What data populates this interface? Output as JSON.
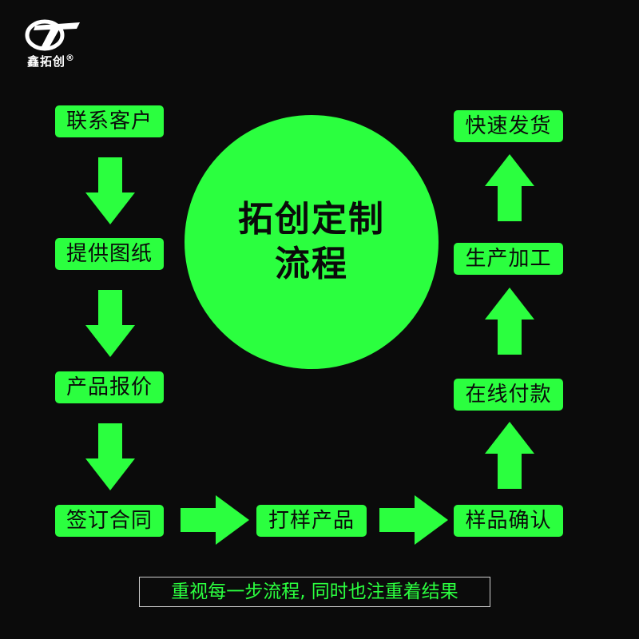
{
  "brand": {
    "name": "鑫拓创",
    "registered": "®"
  },
  "title": {
    "line1": "拓创定制",
    "line2": "流程"
  },
  "steps": {
    "contact": "联系客户",
    "drawings": "提供图纸",
    "quote": "产品报价",
    "contract": "签订合同",
    "sample": "打样产品",
    "confirm": "样品确认",
    "pay": "在线付款",
    "produce": "生产加工",
    "ship": "快速发货"
  },
  "footer": "重视每一步流程, 同时也注重着结果",
  "colors": {
    "accent": "#2bff3f",
    "background": "#0b0b0b"
  }
}
